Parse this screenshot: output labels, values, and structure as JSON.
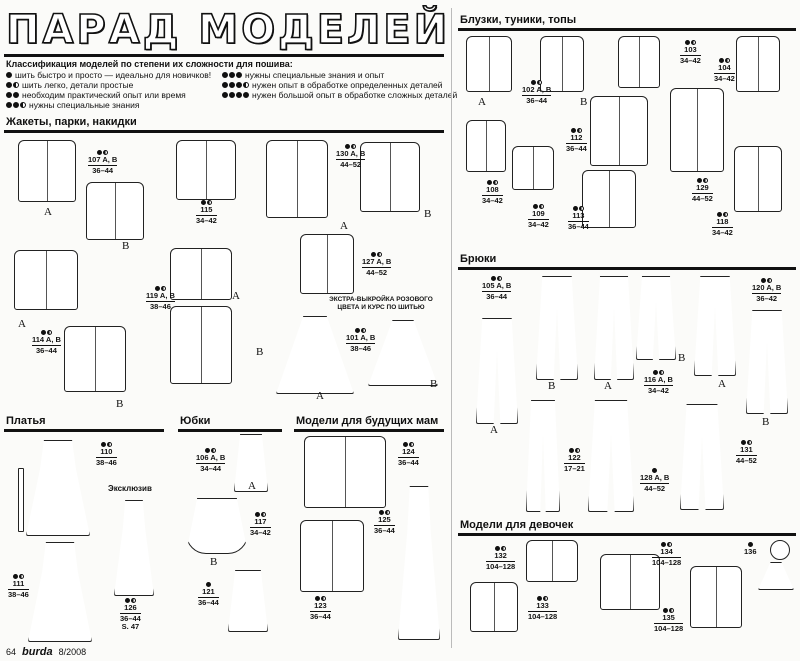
{
  "header": {
    "title": "ПАРАД МОДЕЛЕЙ"
  },
  "legend": {
    "title": "Классификация моделей по степени их сложности для пошива:",
    "items": [
      {
        "dots": "f",
        "text": "шить быстро и просто — идеально для новичков!"
      },
      {
        "dots": "fh",
        "text": "шить легко, детали простые"
      },
      {
        "dots": "ff",
        "text": "необходим практический опыт или время"
      },
      {
        "dots": "ffh",
        "text": "нужны специальные знания"
      },
      {
        "dots": "fff",
        "text": "нужны специальные знания и опыт"
      },
      {
        "dots": "fffh",
        "text": "нужен опыт в обработке определенных деталей"
      },
      {
        "dots": "ffff",
        "text": "нужен большой опыт в обработке сложных деталей"
      }
    ]
  },
  "sections": {
    "jackets": "Жакеты, парки, накидки",
    "blouses": "Блузки, туники, топы",
    "pants": "Брюки",
    "dresses": "Платья",
    "skirts": "Юбки",
    "maternity": "Модели для  будущих мам",
    "girls": "Модели для девочек"
  },
  "extras": {
    "extra_pattern": "ЭКСТРА-ВЫКРОЙКА РОЗОВОГО ЦВЕТА И КУРС ПО ШИТЬЮ",
    "exclusive": "Эксклюзив"
  },
  "models": {
    "m107": {
      "dots": "fh",
      "num": "107 A, B",
      "size": "36–44"
    },
    "m115": {
      "dots": "fh",
      "num": "115",
      "size": "34–42"
    },
    "m130": {
      "dots": "fh",
      "num": "130 A, B",
      "size": "44–52"
    },
    "m119": {
      "dots": "fh",
      "num": "119 A, B",
      "size": "38–46"
    },
    "m127": {
      "dots": "fh",
      "num": "127 A, B",
      "size": "44–52"
    },
    "m114": {
      "dots": "fh",
      "num": "114 A, B",
      "size": "36–44"
    },
    "m101": {
      "dots": "fh",
      "num": "101 A, B",
      "size": "38–46"
    },
    "m102": {
      "dots": "fh",
      "num": "102 A, B",
      "size": "36–44"
    },
    "m103": {
      "dots": "fh",
      "num": "103",
      "size": "34–42"
    },
    "m104": {
      "dots": "fh",
      "num": "104",
      "size": "34–42"
    },
    "m112": {
      "dots": "fh",
      "num": "112",
      "size": "36–44"
    },
    "m108": {
      "dots": "fh",
      "num": "108",
      "size": "34–42"
    },
    "m109": {
      "dots": "fh",
      "num": "109",
      "size": "34–42"
    },
    "m113": {
      "dots": "fh",
      "num": "113",
      "size": "36–44"
    },
    "m129": {
      "dots": "fh",
      "num": "129",
      "size": "44–52"
    },
    "m118": {
      "dots": "fh",
      "num": "118",
      "size": "34–42"
    },
    "m105": {
      "dots": "fh",
      "num": "105 A, B",
      "size": "36–44"
    },
    "m116": {
      "dots": "fh",
      "num": "116 A, B",
      "size": "34–42"
    },
    "m120": {
      "dots": "fh",
      "num": "120 A, B",
      "size": "36–42"
    },
    "m122": {
      "dots": "fh",
      "num": "122",
      "size": "17–21"
    },
    "m128": {
      "dots": "f",
      "num": "128 A, B",
      "size": "44–52"
    },
    "m131": {
      "dots": "fh",
      "num": "131",
      "size": "44–52"
    },
    "m110": {
      "dots": "fh",
      "num": "110",
      "size": "38–46"
    },
    "m111": {
      "dots": "fh",
      "num": "111",
      "size": "38–46"
    },
    "m126": {
      "dots": "fh",
      "num": "126",
      "size": "36–44",
      "extra": "S. 47"
    },
    "m106": {
      "dots": "fh",
      "num": "106 A, B",
      "size": "34–44"
    },
    "m117": {
      "dots": "fh",
      "num": "117",
      "size": "34–42"
    },
    "m121": {
      "dots": "f",
      "num": "121",
      "size": "36–44"
    },
    "m124": {
      "dots": "fh",
      "num": "124",
      "size": "36–44"
    },
    "m125": {
      "dots": "fh",
      "num": "125",
      "size": "36–44"
    },
    "m123": {
      "dots": "fh",
      "num": "123",
      "size": "36–44"
    },
    "m132": {
      "dots": "fh",
      "num": "132",
      "size": "104–128"
    },
    "m133": {
      "dots": "fh",
      "num": "133",
      "size": "104–128"
    },
    "m134": {
      "dots": "fh",
      "num": "134",
      "size": "104–128"
    },
    "m135": {
      "dots": "fh",
      "num": "135",
      "size": "104–128"
    },
    "m136": {
      "dots": "f",
      "num": "136",
      "size": ""
    }
  },
  "footer": {
    "page": "64",
    "brand": "burda",
    "issue": "8/2008"
  }
}
